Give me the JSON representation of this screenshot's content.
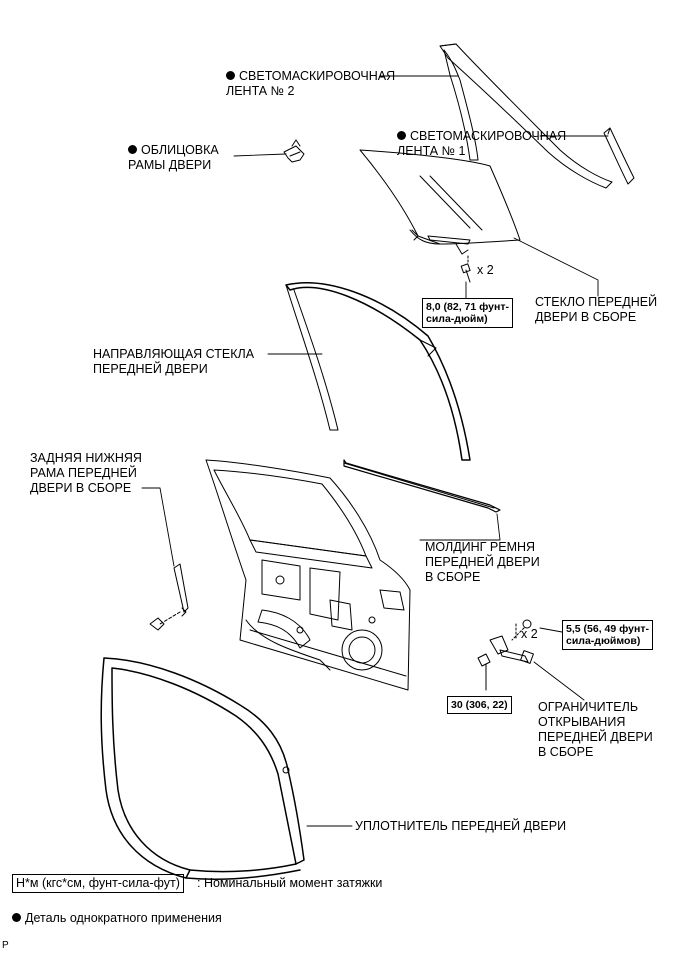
{
  "labels": {
    "tape2": {
      "line1": "СВЕТОМАСКИРОВОЧНАЯ",
      "line2": "ЛЕНТА № 2"
    },
    "tape1": {
      "line1": "СВЕТОМАСКИРОВОЧНАЯ",
      "line2": "ЛЕНТА № 1"
    },
    "frame_trim": {
      "line1": "ОБЛИЦОВКА",
      "line2": "РАМЫ ДВЕРИ"
    },
    "glass": {
      "line1": "СТЕКЛО ПЕРЕДНЕЙ",
      "line2": "ДВЕРИ В СБОРЕ"
    },
    "channel": {
      "line1": "НАПРАВЛЯЮЩАЯ СТЕКЛА",
      "line2": "ПЕРЕДНЕЙ ДВЕРИ"
    },
    "lower_frame": {
      "line1": "ЗАДНЯЯ НИЖНЯЯ",
      "line2": "РАМА ПЕРЕДНЕЙ",
      "line3": "ДВЕРИ В СБОРЕ"
    },
    "belt_molding": {
      "line1": "МОЛДИНГ РЕМНЯ",
      "line2": "ПЕРЕДНЕЙ ДВЕРИ",
      "line3": "В СБОРЕ"
    },
    "check": {
      "line1": "ОГРАНИЧИТЕЛЬ",
      "line2": "ОТКРЫВАНИЯ",
      "line3": "ПЕРЕДНЕЙ ДВЕРИ",
      "line4": "В СБОРЕ"
    },
    "weatherstrip": "УПЛОТНИТЕЛЬ ПЕРЕДНЕЙ ДВЕРИ"
  },
  "torque": {
    "glass_bolt": {
      "line1": "8,0 (82, 71 фунт-",
      "line2": "сила-дюйм)"
    },
    "check_nut": {
      "line1": "5,5 (56, 49 фунт-",
      "line2": "сила-дюймов)"
    },
    "check_bolt": "30 (306, 22)"
  },
  "qty": {
    "glass_bolt": "x 2",
    "check_nut": "x 2"
  },
  "legend": {
    "unit_box": "Н*м (кгс*см, фунт-сила-фут)",
    "unit_desc": ": Номинальный момент затяжки",
    "single_use": "Деталь однократного применения"
  },
  "corner_mark": "P"
}
